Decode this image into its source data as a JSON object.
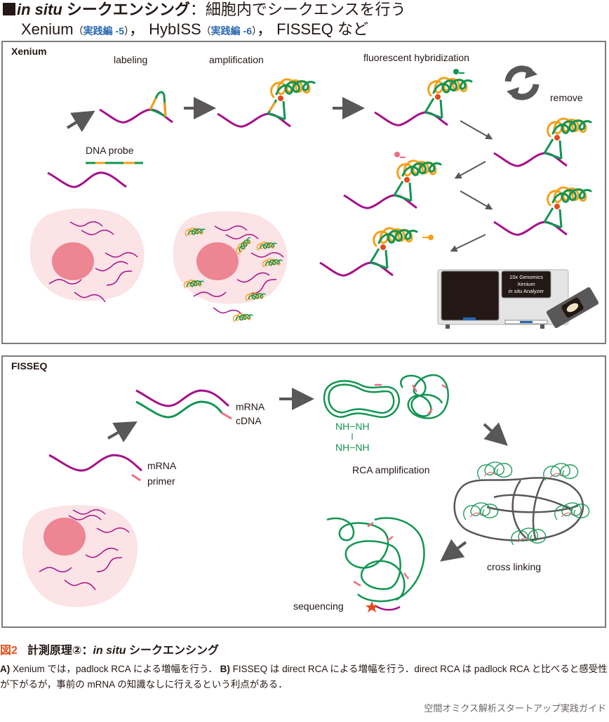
{
  "header": {
    "line1_italic": "in situ",
    "line1_bold": " シークエンシング",
    "line1_rest": "：細胞内でシークエンスを行う",
    "line2": {
      "xenium": "Xenium",
      "xenium_ref": "実践編 -5",
      "hybiss": "HybISS",
      "hybiss_ref": "実践編 -6",
      "fisseq": "FISSEQ",
      "suffix": "など",
      "sep": "，",
      "open": "（",
      "close": "）"
    }
  },
  "panel_a": {
    "title": "Xenium",
    "labels": {
      "labeling": "labeling",
      "amplification": "amplification",
      "fluorescent": "fluorescent hybridization",
      "remove": "remove",
      "probe": "DNA probe"
    },
    "instrument": {
      "line1": "10x Genomics",
      "line2": "Xenium",
      "line3_italic": "in situ",
      "line3_rest": " Analyzer"
    }
  },
  "panel_b": {
    "title": "FISSEQ",
    "labels": {
      "mrna_top": "mRNA",
      "cdna": "cDNA",
      "mrna_bottom": "mRNA",
      "primer": "primer",
      "crosslink_top": "NH−NH",
      "crosslink_bottom": "NH−NH",
      "rca": "RCA amplification",
      "cross_linking": "cross linking",
      "sequencing": "sequencing"
    }
  },
  "colors": {
    "mrna": "#a5108a",
    "probe_green": "#129552",
    "probe_orange": "#f5a01a",
    "anchor_red": "#e24a1b",
    "arrow": "#595757",
    "cell": "#fbe3e6",
    "nucleus": "#ee8592",
    "primer": "#ef6e82",
    "fig_label": "#e2531e",
    "ref_blue": "#2a68b1"
  },
  "caption": {
    "fig_no": "図2",
    "title_pre": "計測原理②：",
    "title_italic": "in situ",
    "title_post": " シークエンシング",
    "a_label": "A)",
    "a_text": " Xenium では，padlock RCA による増幅を行う．",
    "b_label": "B)",
    "b_text": " FISSEQ は direct RCA による増幅を行う．direct RCA は padlock RCA と比べると感受性が下がるが，事前の mRNA の知識なしに行えるという利点がある．"
  },
  "footer": "空間オミクス解析スタートアップ実践ガイド"
}
